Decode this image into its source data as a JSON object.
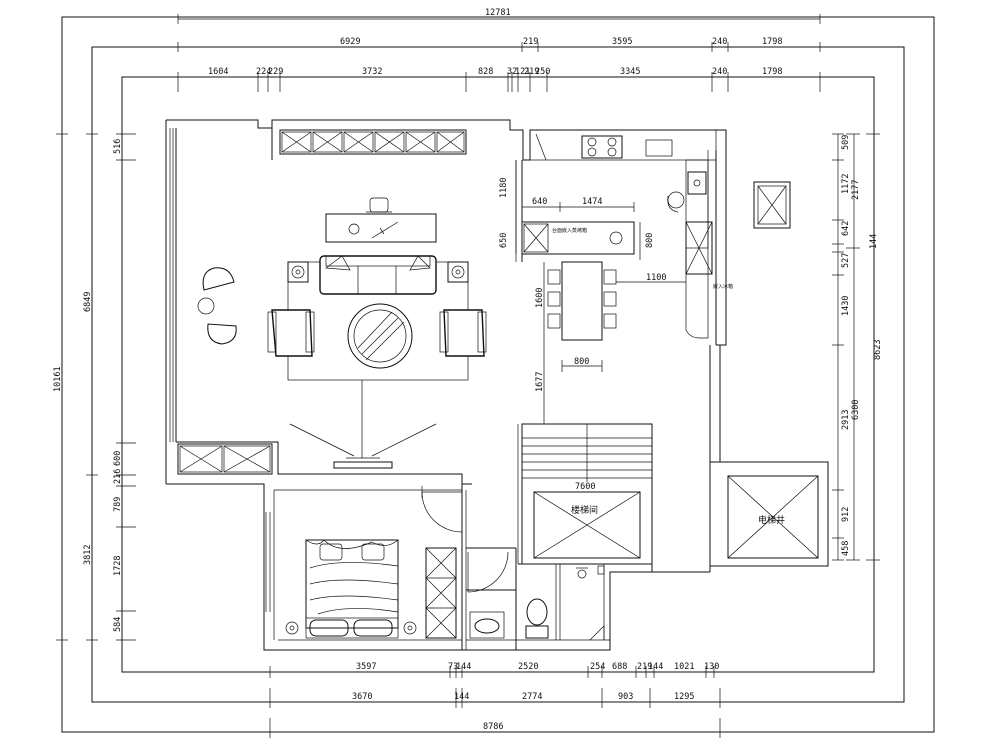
{
  "dims": {
    "top_total": "12781",
    "top_row1": [
      "6929",
      "219",
      "3595",
      "240",
      "1798"
    ],
    "top_row2": [
      "1604",
      "224",
      "229",
      "3732",
      "828",
      "32",
      "121",
      "219",
      "250",
      "3345",
      "240",
      "1798"
    ],
    "left_total": "10161",
    "left_upper": "6849",
    "left_lower": "3812",
    "left_segments": [
      "516",
      "600",
      "216",
      "789",
      "1728",
      "584"
    ],
    "right_total": "8623",
    "right_sub": [
      "2177",
      "6300"
    ],
    "right_segments": [
      "509",
      "1172",
      "642",
      "144",
      "527",
      "1430",
      "2913",
      "912",
      "458"
    ],
    "bottom_row1": [
      "3597",
      "73",
      "144",
      "2520",
      "254",
      "688",
      "219",
      "144",
      "1021",
      "130"
    ],
    "bottom_row2": [
      "3670",
      "144",
      "2774",
      "903",
      "1295"
    ],
    "bottom_total": "8786",
    "kitchen_h": [
      "640",
      "1474"
    ],
    "kitchen_v": [
      "1180",
      "650",
      "800",
      "1600",
      "1677"
    ],
    "kitchen_misc": [
      "1100",
      "800"
    ],
    "stair_dim": "7600"
  },
  "labels": {
    "stair": "楼梯间",
    "elevator": "电梯井",
    "fridge": "嵌入冰箱",
    "island_note": "台面嵌入蒸烤箱"
  }
}
